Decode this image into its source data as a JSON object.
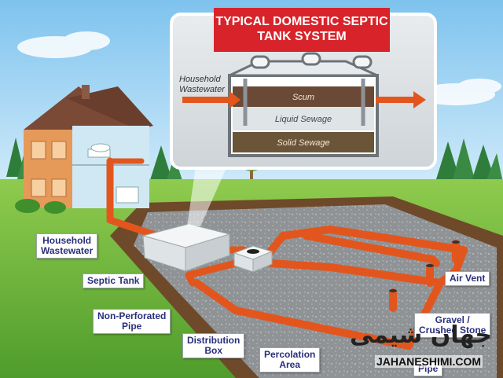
{
  "title": "TYPICAL DOMESTIC SEPTIC TANK SYSTEM",
  "inset": {
    "inlet_label": "Household Wastewater",
    "layers": {
      "scum": "Scum",
      "liquid": "Liquid Sewage",
      "solid": "Solid Sewage"
    }
  },
  "labels": {
    "household_wastewater": "Household\nWastewater",
    "septic_tank": "Septic Tank",
    "non_perforated_pipe": "Non-Perforated\nPipe",
    "distribution_box": "Distribution\nBox",
    "percolation_area": "Percolation\nArea",
    "air_vent": "Air Vent",
    "gravel_crushed_stone": "Gravel /\nCrushed Stone",
    "perforated_pipe_partial": "Pipe"
  },
  "watermark": {
    "logo_text": "جهان شیمی",
    "site": "JAHANESHIMI.COM"
  },
  "colors": {
    "pipe": "#e2561e",
    "title_bg": "#d8232a",
    "label_text": "#2a2f7a",
    "grass": "#6fb53d",
    "gravel": "#8f9396"
  }
}
